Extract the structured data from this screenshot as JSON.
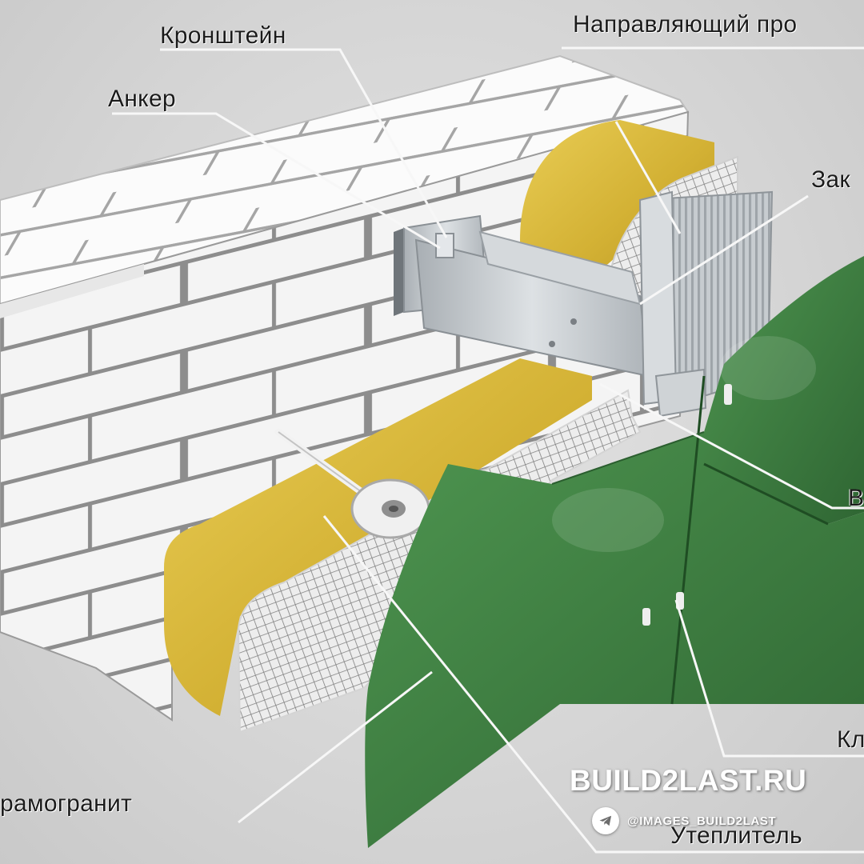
{
  "labels": {
    "kronshtein": "Кронштейн",
    "napravlyayushchiy": "Направляющий про",
    "anker": "Анкер",
    "zak": "Зак",
    "v": "В",
    "kl": "Кл",
    "keramogranit": "рамогранит",
    "uteplitel": "Утеплитель"
  },
  "watermark": {
    "site": "BUILD2LAST.RU",
    "handle": "@IMAGES_BUILD2LAST",
    "icon": "telegram-icon"
  },
  "colors": {
    "background": "#d6d6d6",
    "brick": "#f4f4f4",
    "mortar": "#8d8d8d",
    "insulation": "#d9b73a",
    "mesh": "#8a8a8a",
    "metal": "#c6cbcf",
    "panel": "#3f7f42"
  }
}
